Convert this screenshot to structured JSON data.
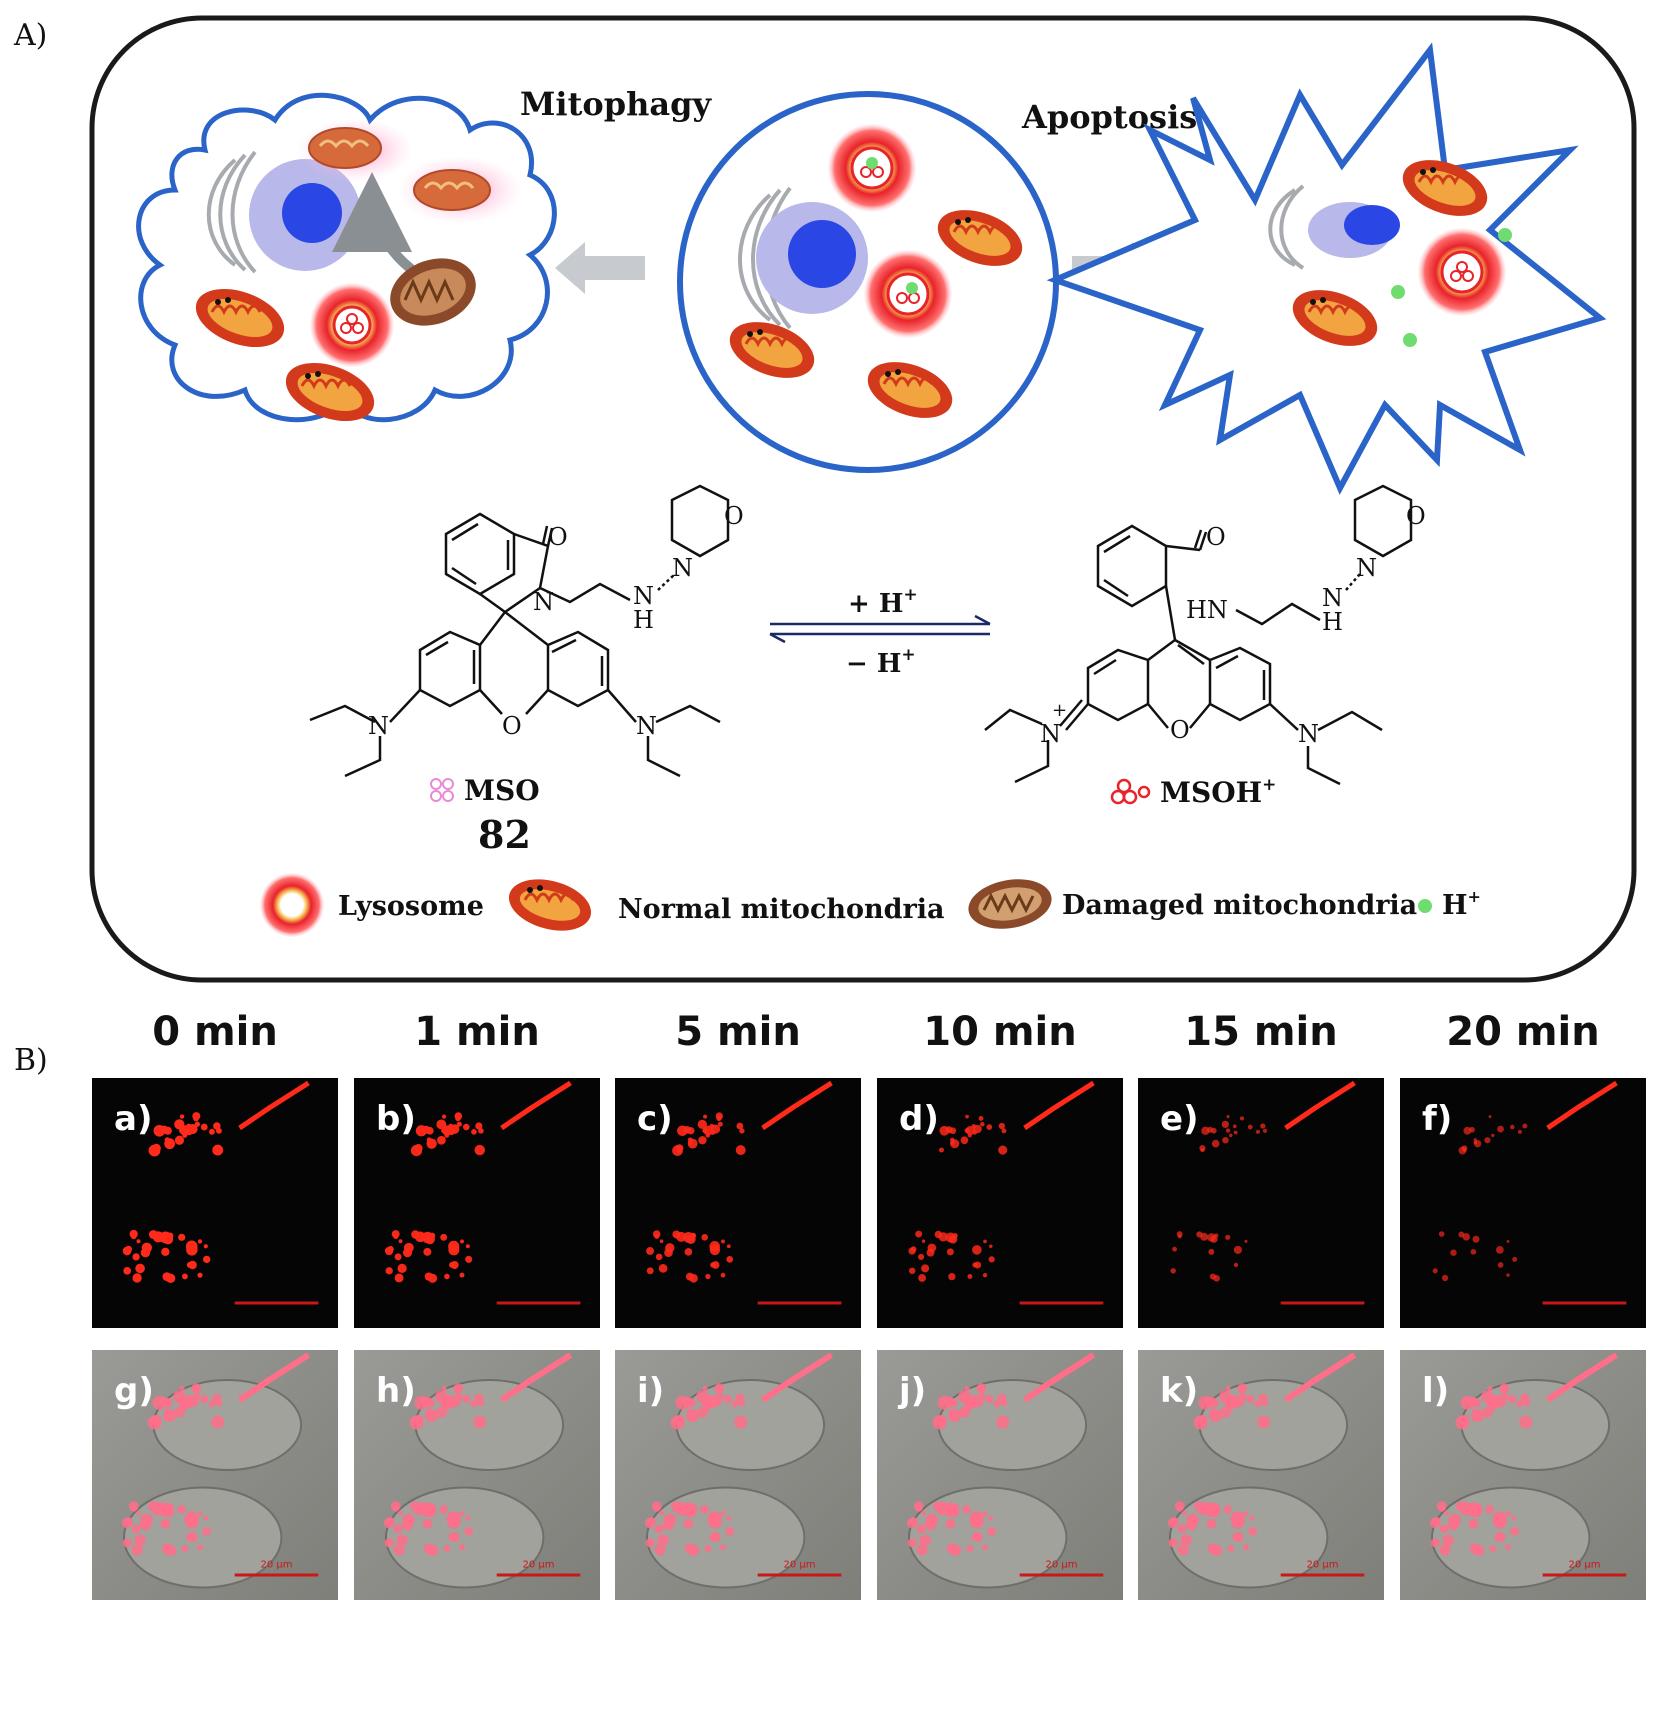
{
  "panel_a": {
    "label": "A)",
    "mitophagy_label": "Mitophagy",
    "apoptosis_label": "Apoptosis",
    "reaction": {
      "forward": "+ H",
      "reverse": "− H",
      "superscript": "+"
    },
    "left_compound": {
      "name": "MSO",
      "number": "82",
      "atoms": {
        "o1": "O",
        "n1": "N",
        "nh": "N",
        "h1": "H",
        "n_morph": "N",
        "o_morph": "O",
        "o_xan": "O",
        "n_left": "N",
        "n_right": "N"
      }
    },
    "right_compound": {
      "name": "MSOH",
      "charge": "+",
      "atoms": {
        "o1": "O",
        "hn": "HN",
        "nh": "N",
        "h1": "H",
        "n_morph": "N",
        "o_morph": "O",
        "o_xan": "O",
        "n_plus": "N",
        "plus": "+",
        "n_right": "N"
      }
    },
    "legend": [
      {
        "key": "lysosome",
        "label": "Lysosome"
      },
      {
        "key": "normal",
        "label": "Normal mitochondria"
      },
      {
        "key": "damaged",
        "label": "Damaged mitochondria"
      },
      {
        "key": "proton",
        "label": "H",
        "superscript": "+"
      }
    ]
  },
  "panel_b": {
    "label": "B)",
    "time_points": [
      "0 min",
      "1 min",
      "5 min",
      "10 min",
      "15 min",
      "20 min"
    ],
    "top_row_labels": [
      "a)",
      "b)",
      "c)",
      "d)",
      "e)",
      "f)"
    ],
    "bottom_row_labels": [
      "g)",
      "h)",
      "i)",
      "j)",
      "k)",
      "l)"
    ],
    "scale_bar_label": "20 μm",
    "relative_intensity": [
      1.0,
      0.92,
      0.82,
      0.68,
      0.42,
      0.35
    ]
  },
  "colors": {
    "frame": "#1a1a1a",
    "cell_outline": "#2a64c8",
    "arrow_grey": "#c7cbd0",
    "nucleus": "#2a47e6",
    "nucleus_ring": "#b9b8ea",
    "lysosome": "#e8232a",
    "mito": "#d33a1c",
    "mito_inner": "#f2a440",
    "damaged": "#8a4a2a",
    "proton": "#6fdc6f",
    "fluor_red": "#ff2a1a",
    "overlay_pink": "#ff6f8a",
    "dic_grey": "#8a8a86",
    "ink": "#111111"
  }
}
